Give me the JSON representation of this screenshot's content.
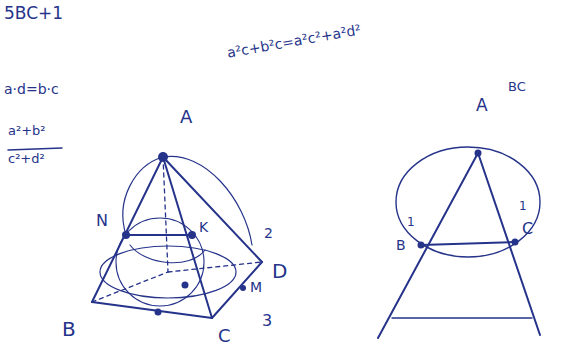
{
  "diagram": {
    "labels": [
      "5BC+1",
      "a·d=b·c",
      "a²+b²",
      "c²+d²",
      "a²c+b²c=a²c²+a²d²",
      "A",
      "N",
      "K",
      "B",
      "C",
      "2",
      "M",
      "D",
      "3",
      "A",
      "B",
      "C",
      "1",
      "1",
      "BC"
    ]
  }
}
